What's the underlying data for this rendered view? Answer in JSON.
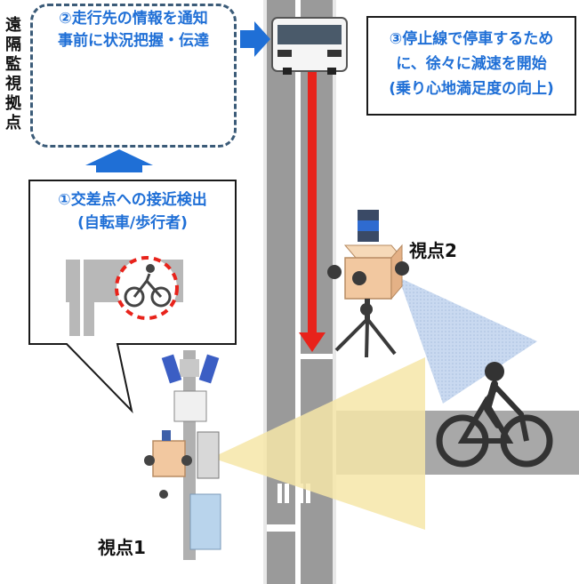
{
  "side_label": [
    "遠",
    "隔",
    "監",
    "視",
    "拠",
    "点"
  ],
  "box_notify": {
    "lines": [
      "②走行先の情報を通知",
      "事前に状況把握・伝達"
    ]
  },
  "box_stop": {
    "lines": [
      "③停止線で停車するため",
      "に、徐々に減速を開始",
      "(乗り心地満足度の向上)"
    ]
  },
  "box_detect": {
    "lines": [
      "①交差点への接近検出",
      "(自転車/歩行者)"
    ]
  },
  "viewpoint_1": "視点1",
  "viewpoint_2": "視点2",
  "colors": {
    "accent_blue": "#1f6fd6",
    "arrow_red": "#e8231b",
    "road_gray": "#9a9a9a",
    "cone_yellow": "#f6e6a8",
    "cone_blue": "#b7cbe8",
    "sensor_orange": "#f2c8a0"
  }
}
